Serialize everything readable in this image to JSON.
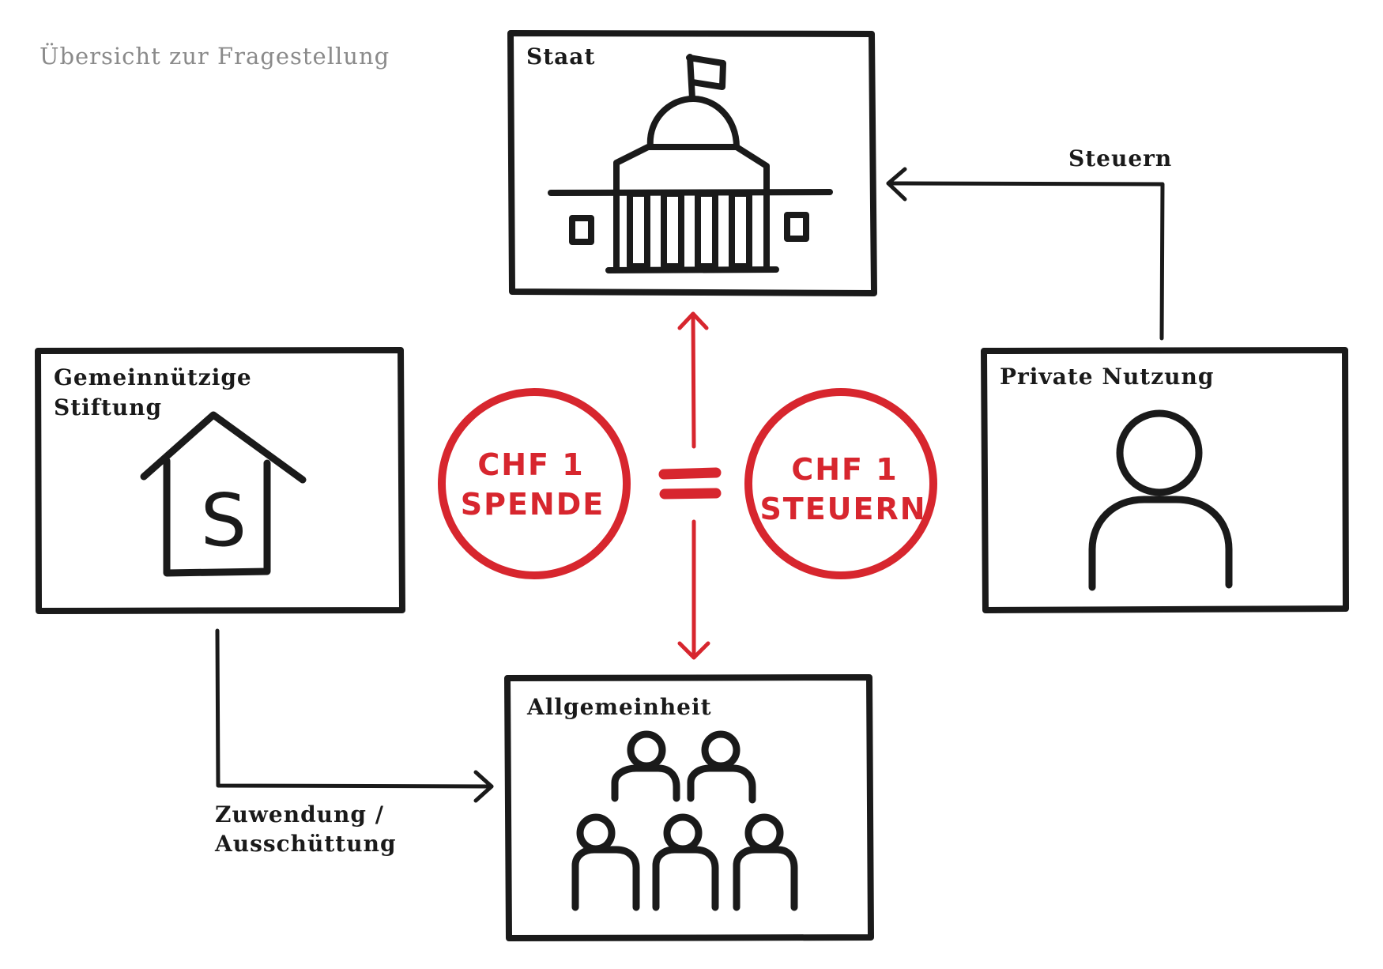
{
  "title": "Übersicht zur Fragestellung",
  "nodes": {
    "staat": {
      "label": "Staat",
      "icon": "parliament-building-icon"
    },
    "stiftung": {
      "line1": "Gemeinnützige",
      "line2": "Stiftung",
      "icon": "foundation-house-icon",
      "icon_letter": "S"
    },
    "private": {
      "label": "Private Nutzung",
      "icon": "person-icon"
    },
    "allgemeinheit": {
      "label": "Allgemeinheit",
      "icon": "group-of-people-icon"
    }
  },
  "edges": {
    "steuern": {
      "label": "Steuern",
      "from": "Private Nutzung",
      "to": "Staat"
    },
    "zuwendung": {
      "line1": "Zuwendung /",
      "line2": "Ausschüttung",
      "from": "Gemeinnützige Stiftung",
      "to": "Allgemeinheit"
    },
    "staat_allgemeinheit": {
      "from": "Staat",
      "to": "Allgemeinheit",
      "bidirectional": true
    }
  },
  "center": {
    "coin_left": {
      "line1": "CHF 1",
      "line2": "SPENDE"
    },
    "equals": "=",
    "coin_right": {
      "line1": "CHF 1",
      "line2": "STEUERN"
    }
  },
  "colors": {
    "ink": "#1a1a1a",
    "accent": "#d7262e",
    "title": "#8a8a8a"
  }
}
